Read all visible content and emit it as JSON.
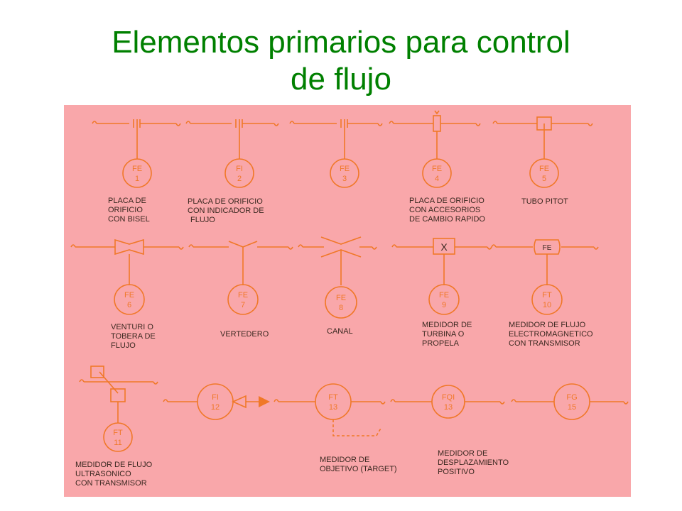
{
  "title_line1": "Elementos primarios para control",
  "title_line2": "de flujo",
  "colors": {
    "title": "#008000",
    "panel": "#f9a7aa",
    "line": "#f07828",
    "text": "#3a2820"
  },
  "instruments": {
    "i1": {
      "tag": "FE",
      "num": "1",
      "lines": [
        "PLACA DE",
        "ORIFICIO",
        "CON BISEL"
      ]
    },
    "i2": {
      "tag": "FI",
      "num": "2",
      "lines": [
        "PLACA DE ORIFICIO",
        "CON INDICADOR DE",
        "FLUJO"
      ]
    },
    "i3": {
      "tag": "FE",
      "num": "3"
    },
    "i4": {
      "tag": "FE",
      "num": "4",
      "lines": [
        "PLACA DE ORIFICIO",
        "CON ACCESORIOS",
        "DE CAMBIO RAPIDO"
      ]
    },
    "i5": {
      "tag": "FE",
      "num": "5",
      "lines": [
        "TUBO PITOT"
      ]
    },
    "i6": {
      "tag": "FE",
      "num": "6",
      "lines": [
        "VENTURI  O",
        "TOBERA DE",
        "FLUJO"
      ]
    },
    "i7": {
      "tag": "FE",
      "num": "7",
      "lines": [
        "VERTEDERO"
      ]
    },
    "i8": {
      "tag": "FE",
      "num": "8",
      "lines": [
        "CANAL"
      ]
    },
    "i9": {
      "tag": "FE",
      "num": "9",
      "box": "X",
      "lines": [
        "MEDIDOR  DE",
        "TURBINA O",
        "PROPELA"
      ]
    },
    "i10": {
      "tag": "FT",
      "num": "10",
      "box": "FE",
      "lines": [
        "MEDIDOR DE FLUJO",
        "ELECTROMAGNETICO",
        "CON TRANSMISOR"
      ]
    },
    "i11": {
      "tag": "FT",
      "num": "11",
      "lines": [
        "MEDIDOR DE FLUJO",
        "ULTRASONICO",
        "CON TRANSMISOR"
      ]
    },
    "i12": {
      "tag": "FI",
      "num": "12"
    },
    "i13": {
      "tag": "FT",
      "num": "13",
      "lines": [
        "MEDIDOR DE",
        "OBJETIVO (TARGET)"
      ]
    },
    "i14": {
      "tag": "FQI",
      "num": "13",
      "lines": [
        "MEDIDOR DE",
        "DESPLAZAMIENTO",
        "POSITIVO"
      ]
    },
    "i15": {
      "tag": "FG",
      "num": "15"
    }
  }
}
